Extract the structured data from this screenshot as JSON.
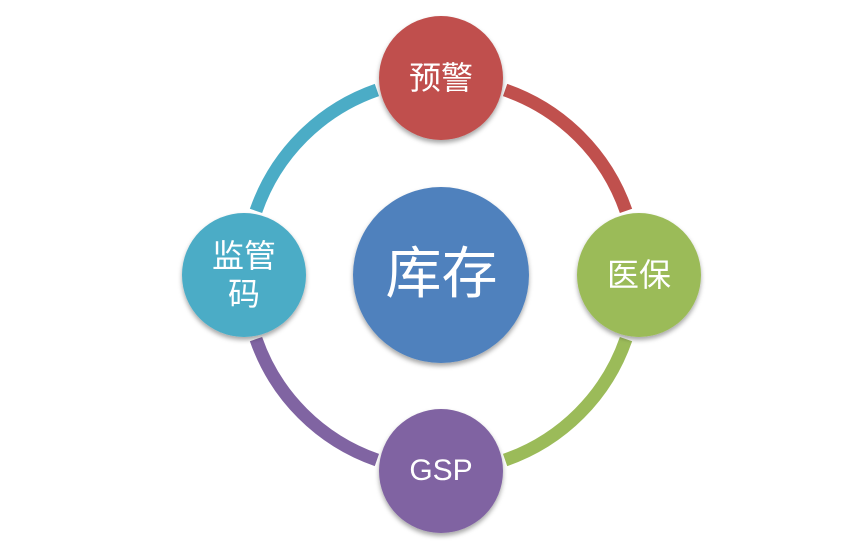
{
  "diagram": {
    "center": {
      "label": "库存",
      "color": "#4f81bd"
    },
    "nodes": {
      "top": {
        "label": "预警",
        "color": "#c0504d"
      },
      "right": {
        "label": "医保",
        "color": "#9bbb59"
      },
      "bottom": {
        "label": "GSP",
        "color": "#8064a2"
      },
      "left": {
        "label": "监管\n码",
        "color": "#4bacc6"
      }
    },
    "connectors": {
      "top_right": {
        "color": "#c0504d"
      },
      "right_bottom": {
        "color": "#9bbb59"
      },
      "bottom_left": {
        "color": "#8064a2"
      },
      "left_top": {
        "color": "#4bacc6"
      }
    }
  }
}
